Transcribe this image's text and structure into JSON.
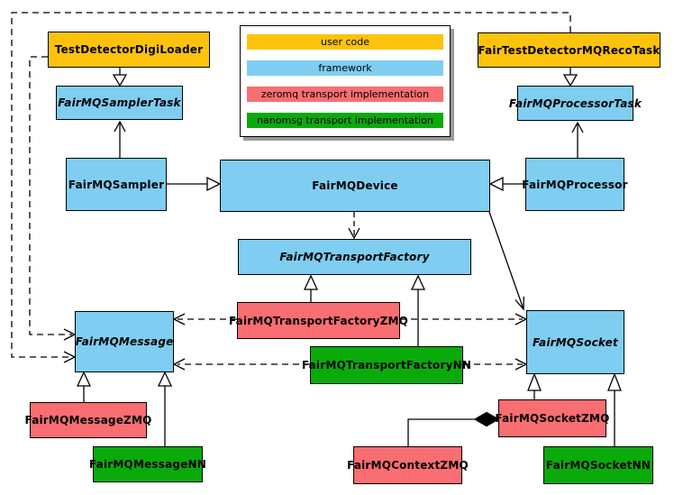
{
  "legend": {
    "items": [
      {
        "label": "user code",
        "color": "#fdc30c"
      },
      {
        "label": "framework",
        "color": "#7fcdf1"
      },
      {
        "label": "zeromq transport implementation",
        "color": "#f86e72"
      },
      {
        "label": "nanomsg transport implementation",
        "color": "#0baa0b"
      }
    ]
  },
  "nodes": {
    "testDetectorDigiLoader": {
      "label": "TestDetectorDigiLoader",
      "category": "user code",
      "abstract": false
    },
    "fairMQSamplerTask": {
      "label": "FairMQSamplerTask",
      "category": "framework",
      "abstract": true
    },
    "fairMQSampler": {
      "label": "FairMQSampler",
      "category": "framework",
      "abstract": false
    },
    "fairMQDevice": {
      "label": "FairMQDevice",
      "category": "framework",
      "abstract": false
    },
    "fairTestDetectorMQRecoTask": {
      "label": "FairTestDetectorMQRecoTask",
      "category": "user code",
      "abstract": false
    },
    "fairMQProcessorTask": {
      "label": "FairMQProcessorTask",
      "category": "framework",
      "abstract": true
    },
    "fairMQProcessor": {
      "label": "FairMQProcessor",
      "category": "framework",
      "abstract": false
    },
    "fairMQTransportFactory": {
      "label": "FairMQTransportFactory",
      "category": "framework",
      "abstract": true
    },
    "fairMQTransportFactoryZMQ": {
      "label": "FairMQTransportFactoryZMQ",
      "category": "zeromq transport implementation",
      "abstract": false
    },
    "fairMQTransportFactoryNN": {
      "label": "FairMQTransportFactoryNN",
      "category": "nanomsg transport implementation",
      "abstract": false
    },
    "fairMQMessage": {
      "label": "FairMQMessage",
      "category": "framework",
      "abstract": true
    },
    "fairMQSocket": {
      "label": "FairMQSocket",
      "category": "framework",
      "abstract": true
    },
    "fairMQMessageZMQ": {
      "label": "FairMQMessageZMQ",
      "category": "zeromq transport implementation",
      "abstract": false
    },
    "fairMQMessageNN": {
      "label": "FairMQMessageNN",
      "category": "nanomsg transport implementation",
      "abstract": false
    },
    "fairMQSocketZMQ": {
      "label": "FairMQSocketZMQ",
      "category": "zeromq transport implementation",
      "abstract": false
    },
    "fairMQContextZMQ": {
      "label": "FairMQContextZMQ",
      "category": "zeromq transport implementation",
      "abstract": false
    },
    "fairMQSocketNN": {
      "label": "FairMQSocketNN",
      "category": "nanomsg transport implementation",
      "abstract": false
    }
  },
  "edges": [
    {
      "from": "testDetectorDigiLoader",
      "to": "fairMQSamplerTask",
      "type": "inheritance-triangle"
    },
    {
      "from": "fairMQSampler",
      "to": "fairMQSamplerTask",
      "type": "open-arrow"
    },
    {
      "from": "fairMQSampler",
      "to": "fairMQDevice",
      "type": "inheritance-triangle"
    },
    {
      "from": "fairTestDetectorMQRecoTask",
      "to": "fairMQProcessorTask",
      "type": "inheritance-triangle"
    },
    {
      "from": "fairMQProcessor",
      "to": "fairMQProcessorTask",
      "type": "open-arrow"
    },
    {
      "from": "fairMQProcessor",
      "to": "fairMQDevice",
      "type": "inheritance-triangle"
    },
    {
      "from": "fairMQDevice",
      "to": "fairMQTransportFactory",
      "type": "dashed-dependency"
    },
    {
      "from": "fairMQDevice",
      "to": "fairMQSocket",
      "type": "open-arrow"
    },
    {
      "from": "fairMQTransportFactoryZMQ",
      "to": "fairMQTransportFactory",
      "type": "inheritance-triangle"
    },
    {
      "from": "fairMQTransportFactoryNN",
      "to": "fairMQTransportFactory",
      "type": "inheritance-triangle"
    },
    {
      "from": "fairMQTransportFactoryZMQ",
      "to": "fairMQMessage",
      "type": "dashed-dependency"
    },
    {
      "from": "fairMQTransportFactoryZMQ",
      "to": "fairMQSocket",
      "type": "dashed-dependency"
    },
    {
      "from": "fairMQTransportFactoryNN",
      "to": "fairMQMessage",
      "type": "dashed-dependency"
    },
    {
      "from": "fairMQTransportFactoryNN",
      "to": "fairMQSocket",
      "type": "dashed-dependency"
    },
    {
      "from": "testDetectorDigiLoader",
      "to": "fairMQMessage",
      "type": "dashed-dependency"
    },
    {
      "from": "fairTestDetectorMQRecoTask",
      "to": "fairMQMessage",
      "type": "dashed-dependency"
    },
    {
      "from": "fairMQMessageZMQ",
      "to": "fairMQMessage",
      "type": "inheritance-triangle"
    },
    {
      "from": "fairMQMessageNN",
      "to": "fairMQMessage",
      "type": "inheritance-triangle"
    },
    {
      "from": "fairMQSocketZMQ",
      "to": "fairMQSocket",
      "type": "inheritance-triangle"
    },
    {
      "from": "fairMQSocketNN",
      "to": "fairMQSocket",
      "type": "inheritance-triangle"
    },
    {
      "from": "fairMQContextZMQ",
      "to": "fairMQSocketZMQ",
      "type": "composition-diamond"
    }
  ]
}
